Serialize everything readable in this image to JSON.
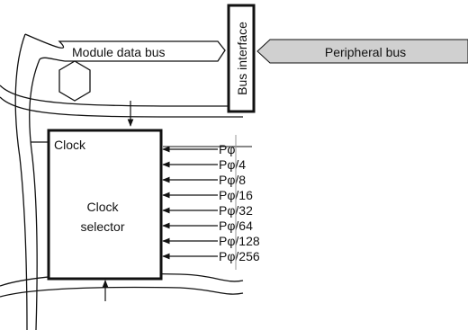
{
  "module_bus": {
    "label": "Module data bus"
  },
  "bus_interface": {
    "label": "Bus interface"
  },
  "peripheral_bus": {
    "label": "Peripheral bus",
    "fill": "#d0d0d0"
  },
  "clock_selector": {
    "port_label": "Clock",
    "title_line1": "Clock",
    "title_line2": "selector"
  },
  "clock_inputs": [
    "Pφ",
    "Pφ/4",
    "Pφ/8",
    "Pφ/16",
    "Pφ/32",
    "Pφ/64",
    "Pφ/128",
    "Pφ/256"
  ]
}
